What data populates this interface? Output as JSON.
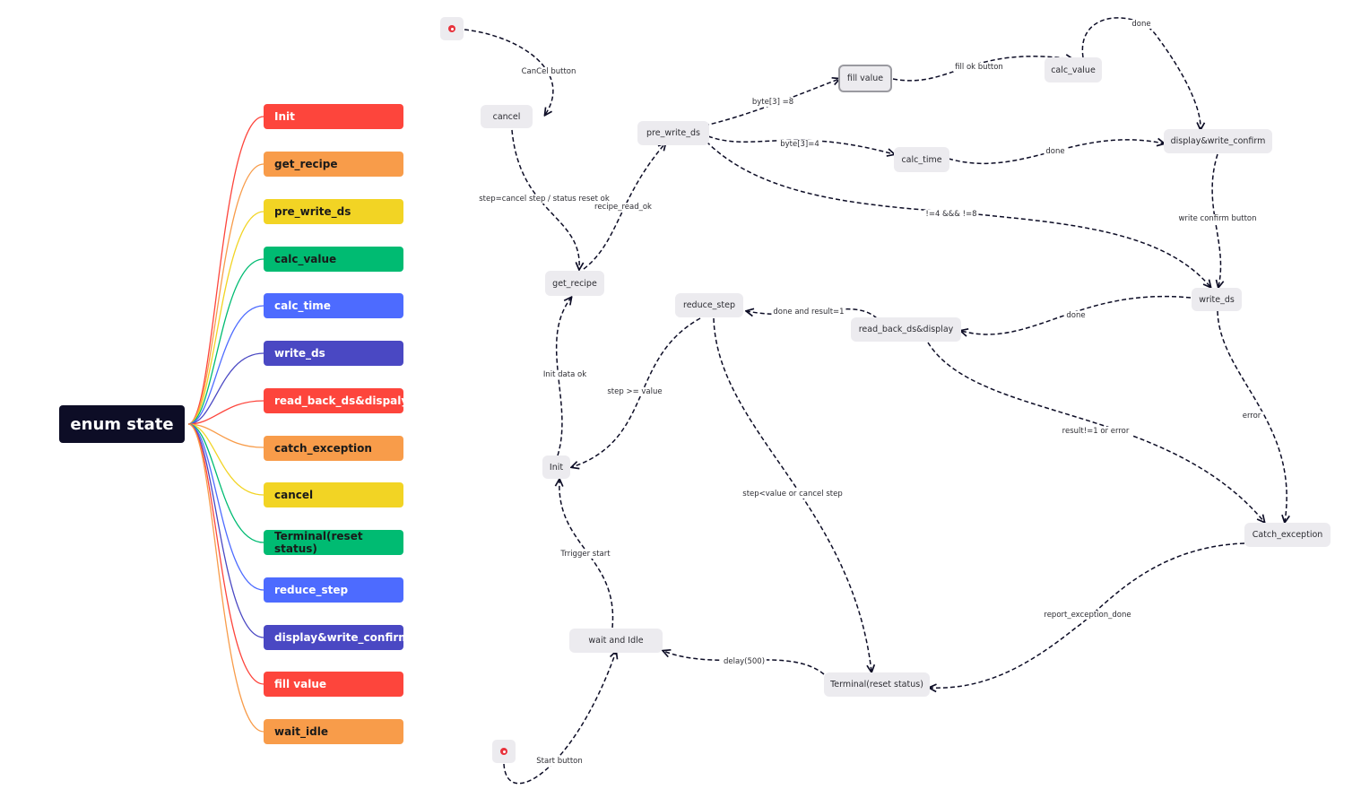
{
  "mindmap": {
    "root_label": "enum state",
    "items": [
      {
        "label": "Init",
        "color": "#fd453c",
        "text_color": "#ffffff"
      },
      {
        "label": "get_recipe",
        "color": "#f89c4a",
        "text_color": "#1a1a1a"
      },
      {
        "label": "pre_write_ds",
        "color": "#f2d424",
        "text_color": "#1a1a1a"
      },
      {
        "label": "calc_value",
        "color": "#00bb72",
        "text_color": "#1a1a1a"
      },
      {
        "label": "calc_time",
        "color": "#4d6bff",
        "text_color": "#ffffff"
      },
      {
        "label": "write_ds",
        "color": "#4a48c3",
        "text_color": "#ffffff"
      },
      {
        "label": "read_back_ds&dispaly",
        "color": "#fd453c",
        "text_color": "#ffffff"
      },
      {
        "label": "catch_exception",
        "color": "#f89c4a",
        "text_color": "#1a1a1a"
      },
      {
        "label": "cancel",
        "color": "#f2d424",
        "text_color": "#1a1a1a"
      },
      {
        "label": "Terminal(reset status)",
        "color": "#00bb72",
        "text_color": "#1a1a1a"
      },
      {
        "label": "reduce_step",
        "color": "#4d6bff",
        "text_color": "#ffffff"
      },
      {
        "label": "display&write_confirm",
        "color": "#4a48c3",
        "text_color": "#ffffff"
      },
      {
        "label": "fill value",
        "color": "#fd453c",
        "text_color": "#ffffff"
      },
      {
        "label": "wait_idle",
        "color": "#f89c4a",
        "text_color": "#1a1a1a"
      }
    ]
  },
  "states": {
    "cancel": "cancel",
    "get_recipe": "get_recipe",
    "pre_write_ds": "pre_write_ds",
    "fill_value": "fill value",
    "calc_value": "calc_value",
    "calc_time": "calc_time",
    "display_write_confirm": "display&write_confirm",
    "write_ds": "write_ds",
    "reduce_step": "reduce_step",
    "read_back": "read_back_ds&display",
    "init": "Init",
    "catch_exception": "Catch_exception",
    "wait_idle": "wait and Idle",
    "terminal": "Terminal(reset status)"
  },
  "transitions": {
    "cancel_button": "CanCel button",
    "step_cancel": "step=cancel step / status reset ok",
    "recipe_read_ok": "recipe_read_ok",
    "byte3_8": "byte[3] =8",
    "byte3_4": "byte[3]=4",
    "fill_ok_button": "fill ok button",
    "done_top": "done",
    "done_calc_time": "done",
    "neq_4_8": "!=4 &&& !=8",
    "write_confirm_button": "write confirm button",
    "done_write_ds": "done",
    "done_and_result": "done and result=1",
    "init_data_ok": "Init data ok",
    "step_ge_value": "step >= value",
    "result_error": "result!=1 or error",
    "error": "error",
    "step_lt_value": "step<value or cancel step",
    "trigger_start": "Trrigger start",
    "report_exception_done": "report_exception_done",
    "delay": "delay(500)",
    "start_button": "Start button"
  }
}
